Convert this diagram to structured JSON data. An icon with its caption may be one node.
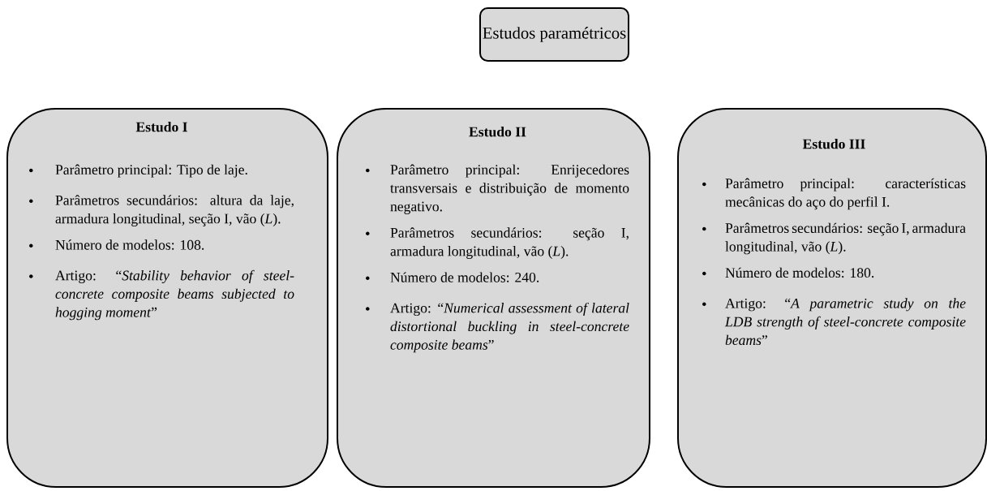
{
  "diagram": {
    "nodes": [
      {
        "text": [
          "Estudos paramétricos"
        ]
      },
      {
        "text": [
          "Estudo I",
          "Parâmetro principal: Tipo de laje.",
          "Parâmetros secundários: altura da laje, armadura longitudinal, seção I, vão (*L*).",
          "Número de modelos: 108.",
          "Artigo: “*Stability behavior of steel-concrete composite beams subjected to hogging moment*”"
        ]
      },
      {
        "text": [
          "Estudo II",
          "Parâmetro principal: Enrijecedores transversais e distribuição de momento negativo.",
          "Parâmetros secundários: seção I, armadura longitudinal, vão (*L*).",
          "Número de modelos: 240.",
          "Artigo: “*Numerical assessment of lateral distortional buckling in steel-concrete composite beams*”"
        ]
      },
      {
        "text": [
          "Estudo III",
          "Parâmetro principal: características mecânicas do aço do perfil I.",
          "Parâmetros secundários: seção I, armadura longitudinal, vão (*L*).",
          "Número de modelos: 180.",
          "Artigo: “*A parametric study on the LDB strength of steel-concrete composite beams*”"
        ]
      }
    ]
  }
}
